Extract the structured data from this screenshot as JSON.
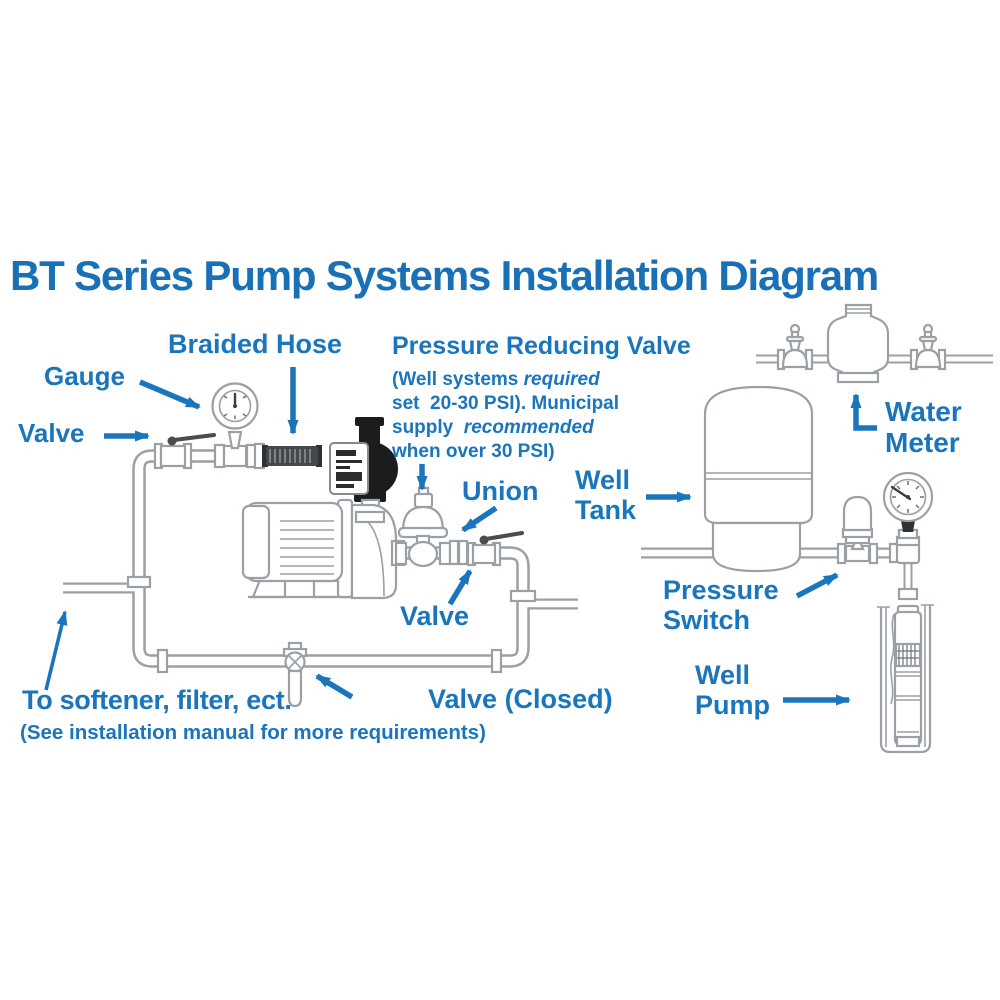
{
  "title": "BT Series Pump Systems Installation Diagram",
  "colors": {
    "label_blue": "#1b75bc",
    "title_blue": "#1a70b6",
    "line_gray": "#9aa0a4",
    "component_dark": "#1b1c1e"
  },
  "labels": {
    "gauge": "Gauge",
    "braided_hose": "Braided Hose",
    "valve_left": "Valve",
    "prv": {
      "title": "Pressure Reducing Valve",
      "line1_pre": "(Well systems ",
      "line1_em": "required",
      "line2": "set  20-30 PSI). Municipal",
      "line3_pre": "supply  ",
      "line3_em": "recommended",
      "line4": "when over 30 PSI)"
    },
    "union": "Union",
    "valve_mid": "Valve",
    "valve_closed": "Valve (Closed)",
    "to_softener": "To softener, filter, ect.",
    "see_manual": "(See installation manual for more requirements)",
    "well_tank": "Well Tank",
    "pressure_switch": "Pressure Switch",
    "well_pump": "Well Pump",
    "water_meter": "Water Meter"
  }
}
